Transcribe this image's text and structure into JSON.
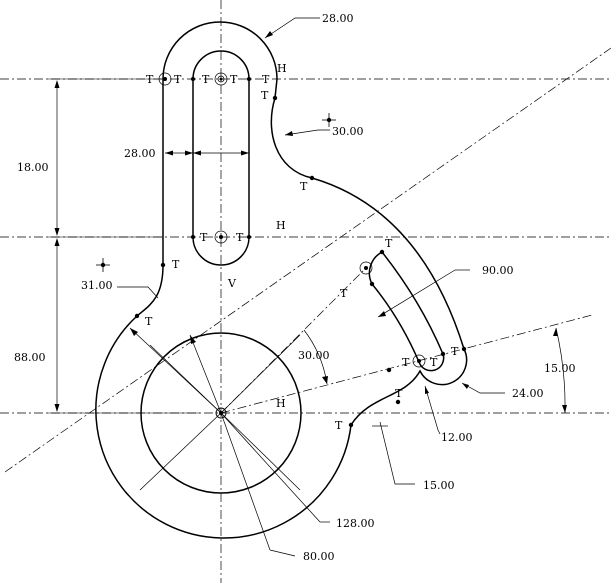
{
  "dimensions": {
    "d_28_top": "28.00",
    "d_30_mid": "30.00",
    "d_28_width": "28.00",
    "d_18": "18.00",
    "d_31": "31.00",
    "d_88": "88.00",
    "d_90": "90.00",
    "d_30_angle": "30.00",
    "d_15_right": "15.00",
    "d_24": "24.00",
    "d_12": "12.00",
    "d_15_bottom": "15.00",
    "d_128": "128.00",
    "d_80": "80.00"
  },
  "constraints": {
    "tangent": "T",
    "horizontal": "H",
    "vertical": "V"
  }
}
